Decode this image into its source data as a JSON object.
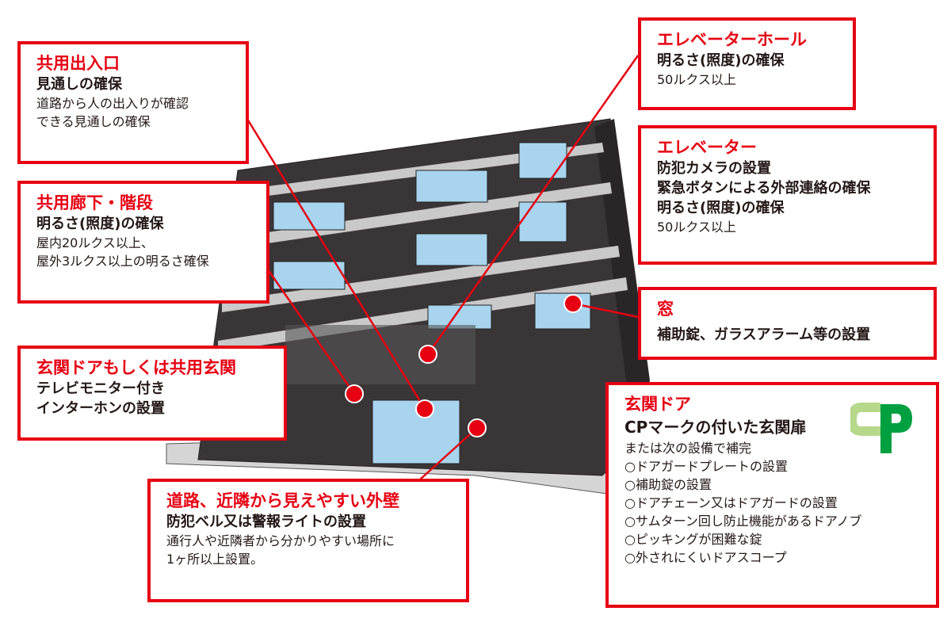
{
  "callouts": {
    "entrance": {
      "title": "共用出入口",
      "subtitle": "見通しの確保",
      "lines": [
        "道路から人の出入りが確認",
        "できる見通しの確保"
      ]
    },
    "corridor": {
      "title": "共用廊下・階段",
      "subtitle": "明るさ(照度)の確保",
      "lines": [
        "屋内20ルクス以上、",
        "屋外3ルクス以上の明るさ確保"
      ]
    },
    "intercom": {
      "title": "玄関ドアもしくは共用玄関",
      "lines": [
        "テレビモニター付き",
        "インターホンの設置"
      ]
    },
    "wall": {
      "title": "道路、近隣から見えやすい外壁",
      "subtitle": "防犯ベル又は警報ライトの設置",
      "lines": [
        "通行人や近隣者から分かりやすい場所に",
        "1ヶ所以上設置。"
      ]
    },
    "elevator_hall": {
      "title": "エレベーターホール",
      "subtitle": "明るさ(照度)の確保",
      "lines": [
        "50ルクス以上"
      ]
    },
    "elevator": {
      "title": "エレベーター",
      "subtitles": [
        "防犯カメラの設置",
        "緊急ボタンによる外部連絡の確保",
        "明るさ(照度)の確保"
      ],
      "lines": [
        "50ルクス以上"
      ]
    },
    "window": {
      "title": "窓",
      "lines": [
        "補助錠、ガラスアラーム等の設置"
      ]
    },
    "door": {
      "title": "玄関ドア",
      "subtitle": "CPマークの付いた玄関扉",
      "logo": "CP",
      "lines": [
        "または次の設備で補完",
        "○ドアガードプレートの設置",
        "○補助錠の設置",
        "○ドアチェーン又はドアガードの設置",
        "○サムターン回し防止機能があるドアノブ",
        "○ピッキングが困難な錠",
        "○外されにくいドアスコープ"
      ]
    }
  },
  "colors": {
    "accent": "#e60012",
    "building": "#3a3536",
    "glass": "#a8d4ee",
    "cp_green": "#00a040"
  }
}
